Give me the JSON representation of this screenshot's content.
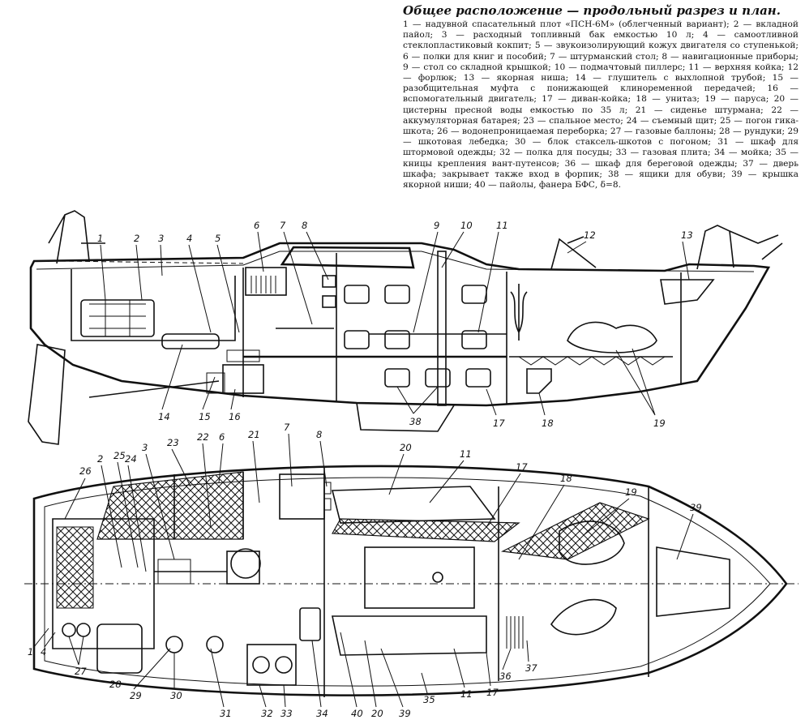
{
  "caption": {
    "title": "Общее расположение — продольный разрез и план.",
    "body": "1 — надувной спасательный плот «ПСН-6М» (облегченный вариант); 2 — вкладной пайол; 3 — расходный топливный бак емкостью 10 л; 4 — самоотливной стеклопластиковый кокпит; 5 — звукоизолирующий кожух двигателя со ступенькой; 6 — полки для книг и пособий; 7 — штурманский стол; 8 — навигационные приборы; 9 — стол со складной крышкой; 10 — подмачтовый пиллерс; 11 — верхняя койка; 12 — форлюк; 13 — якорная ниша; 14 — глушитель с выхлопной трубой; 15 — разобщительная муфта с понижающей клиноременной передачей; 16 — вспомогательный двигатель; 17 — диван-койка; 18 — унитаз; 19 — паруса; 20 — цистерны пресной воды емкостью по 35 л; 21 — сиденье штурмана; 22 — аккумуляторная батарея; 23 — спальное место; 24 — съемный щит; 25 — погон гика-шкота; 26 — водонепроницаемая переборка; 27 — газовые баллоны; 28 — рундуки; 29 — шкотовая лебедка; 30 — блок стаксель-шкотов с погоном; 31 — шкаф для штормовой одежды; 32 — полка для посуды; 33 — газовая плита; 34 — мойка; 35 — кницы крепления вант-путенсов; 36 — шкаф для береговой одежды; 37 — дверь шкафа; закрывает также вход в форпик; 38 — ящики для обуви; 39 — крышка якорной ниши; 40 — пайолы, фанера БФС, δ=8."
  },
  "section_labels": {
    "l1": "1",
    "l2": "2",
    "l3": "3",
    "l4": "4",
    "l5": "5",
    "l6": "6",
    "l7": "7",
    "l8": "8",
    "l9": "9",
    "l10": "10",
    "l11": "11",
    "l12": "12",
    "l13": "13",
    "l14": "14",
    "l15": "15",
    "l16": "16",
    "l17": "17",
    "l18": "18",
    "l19": "19",
    "l38": "38"
  },
  "plan_labels": {
    "p26": "26",
    "p2": "2",
    "p25": "25",
    "p24": "24",
    "p3": "3",
    "p23": "23",
    "p22": "22",
    "p6": "6",
    "p21": "21",
    "p7": "7",
    "p8": "8",
    "p20a": "20",
    "p11a": "11",
    "p17a": "17",
    "p18": "18",
    "p19": "19",
    "p39a": "39",
    "p1": "1",
    "p4": "4",
    "p27": "27",
    "p28": "28",
    "p29": "29",
    "p30": "30",
    "p31": "31",
    "p32": "32",
    "p33": "33",
    "p34": "34",
    "p40": "40",
    "p20b": "20",
    "p39b": "39",
    "p35": "35",
    "p11b": "11",
    "p17b": "17",
    "p36": "36",
    "p37": "37"
  }
}
